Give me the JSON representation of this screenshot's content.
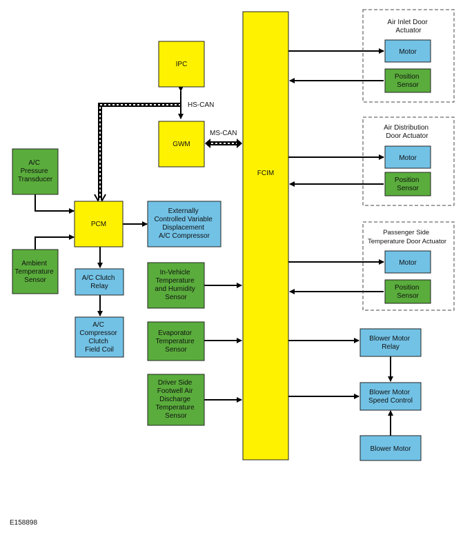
{
  "diagram": {
    "fcim": "FCIM",
    "ipc": "IPC",
    "gwm": "GWM",
    "pcm": "PCM",
    "hs_can": "HS-CAN",
    "ms_can": "MS-CAN",
    "ac_pressure_transducer": [
      "A/C",
      "Pressure",
      "Transducer"
    ],
    "ambient_temperature_sensor": [
      "Ambient",
      "Temperature",
      "Sensor"
    ],
    "ac_clutch_relay": [
      "A/C Clutch",
      "Relay"
    ],
    "ac_compressor_clutch_field_coil": [
      "A/C",
      "Compressor",
      "Clutch",
      "Field Coil"
    ],
    "externally_controlled_compressor": [
      "Externally",
      "Controlled Variable",
      "Displacement",
      "A/C Compressor"
    ],
    "in_vehicle_sensor": [
      "In-Vehicle",
      "Temperature",
      "and Humidity",
      "Sensor"
    ],
    "evaporator_sensor": [
      "Evaporator",
      "Temperature",
      "Sensor"
    ],
    "footwell_sensor": [
      "Driver Side",
      "Footwell Air",
      "Discharge",
      "Temperature",
      "Sensor"
    ],
    "air_inlet_group": [
      "Air Inlet Door",
      "Actuator"
    ],
    "air_distribution_group": [
      "Air Distribution",
      "Door Actuator"
    ],
    "passenger_group": [
      "Passenger Side",
      "Temperature Door Actuator"
    ],
    "motor": "Motor",
    "position_sensor": [
      "Position",
      "Sensor"
    ],
    "blower_motor_relay": [
      "Blower Motor",
      "Relay"
    ],
    "blower_motor_speed_control": [
      "Blower Motor",
      "Speed Control"
    ],
    "blower_motor": "Blower Motor",
    "figure_id": "E158898"
  }
}
